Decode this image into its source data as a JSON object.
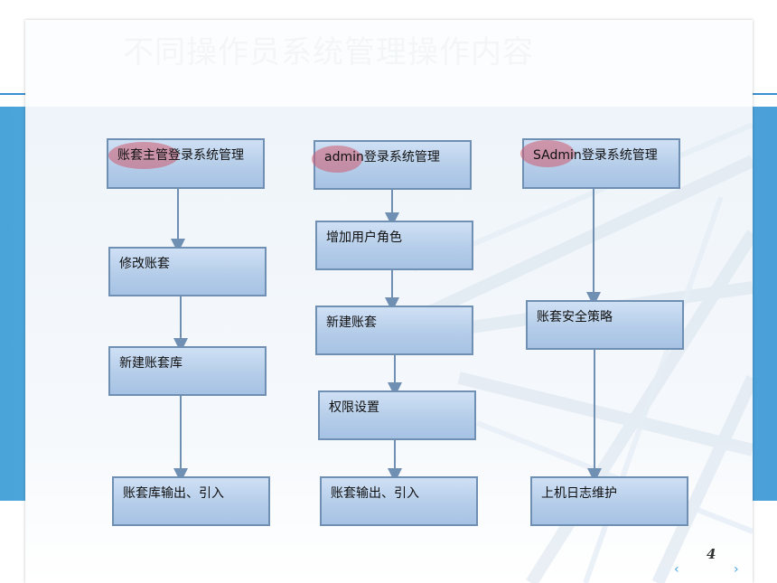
{
  "slide": {
    "title": "不同操作员系统管理操作内容",
    "page_number": "4",
    "nav_prev": "‹",
    "nav_next": "›"
  },
  "diagram": {
    "columns": [
      {
        "header": {
          "highlight": "账套主管",
          "rest": "登录系统管理"
        },
        "steps": [
          "修改账套",
          "新建账套库",
          "账套库输出、引入"
        ]
      },
      {
        "header": {
          "highlight": "admin",
          "rest": "登录系统管理"
        },
        "steps": [
          "增加用户角色",
          "新建账套",
          "权限设置",
          "账套输出、引入"
        ]
      },
      {
        "header": {
          "highlight": "SAdmin",
          "rest": "登录系统管理"
        },
        "steps": [
          "账套安全策略",
          "上机日志维护"
        ]
      }
    ]
  },
  "colors": {
    "band": "#4aa3d9",
    "box_border": "#6f8fb3",
    "box_fill": "#b5cde9",
    "highlight": "#cd5a6e",
    "arrow": "#6f8fb3"
  }
}
